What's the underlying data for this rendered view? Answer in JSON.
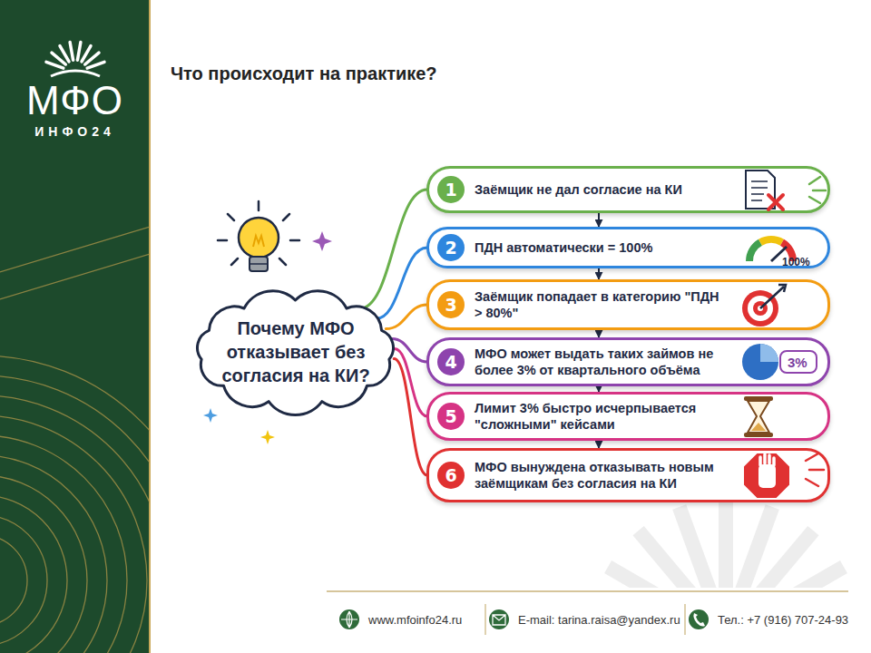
{
  "diagram": {
    "title": "Что происходит на практике?",
    "nodes": [
      {
        "text": [
          "Почему МФО отказывает без согласия на КИ?"
        ]
      },
      {
        "text": [
          "1",
          "Заёмщик не дал согласие на КИ"
        ]
      },
      {
        "text": [
          "2",
          "ПДН автоматически = 100%"
        ]
      },
      {
        "text": [
          "3",
          "Заёмщик попадает в категорию \"ПДН > 80%\""
        ]
      },
      {
        "text": [
          "4",
          "МФО может выдать таких займов не более 3% от квартального объёма"
        ]
      },
      {
        "text": [
          "5",
          "Лимит 3% быстро исчерпывается \"сложными\" кейсами"
        ]
      },
      {
        "text": [
          "6",
          "МФО вынуждена отказывать новым заёмщикам без согласия на КИ"
        ]
      }
    ],
    "edges": [
      {
        "from": 0,
        "to": 1,
        "arrow": "none"
      },
      {
        "from": 0,
        "to": 2,
        "arrow": "none"
      },
      {
        "from": 0,
        "to": 3,
        "arrow": "none"
      },
      {
        "from": 0,
        "to": 4,
        "arrow": "none"
      },
      {
        "from": 0,
        "to": 5,
        "arrow": "none"
      },
      {
        "from": 0,
        "to": 6,
        "arrow": "none"
      },
      {
        "from": 1,
        "to": 2,
        "arrow": "to"
      },
      {
        "from": 2,
        "to": 3,
        "arrow": "to"
      },
      {
        "from": 3,
        "to": 4,
        "arrow": "to"
      },
      {
        "from": 4,
        "to": 5,
        "arrow": "to"
      },
      {
        "from": 5,
        "to": 6,
        "arrow": "to"
      }
    ],
    "labels": [
      "МФО",
      "ИНФО24",
      "100%",
      "3%",
      "www.mfoinfo24.ru",
      "E-mail: tarina.raisa@yandex.ru",
      "Тел.: +7 (916) 707-24-93"
    ]
  }
}
